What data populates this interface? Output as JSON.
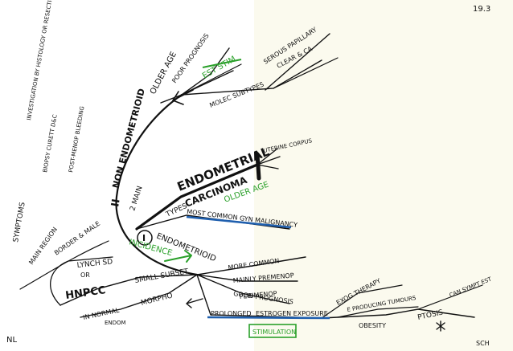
{
  "corner": {
    "date": "19.3",
    "initials_left": "NL",
    "initials_right": "SCH"
  },
  "branches": {
    "non_endometrioid": "NON ENDOMETRIOID",
    "roman_two": "II",
    "older_age": "OLDER AGE",
    "poor_prognosis": "POOR PROGNOSIS",
    "est_stim": "EST STIM",
    "molecular": "MOLEC SUBTYPES",
    "serous_papillary": "SEROUS PAPILLARY",
    "clear_ca": "CLEAR & CA"
  },
  "center": {
    "title_line1": "ENDOMETRIAL",
    "title_line2": "CARCINOMA",
    "older_age": "OLDER AGE",
    "uterine_corpus": "UTERINE CORPUS",
    "two_main_line1": "2 MAIN",
    "two_main_line2": "TYPES",
    "most_common": "MOST COMMON GYN MALIGNANCY"
  },
  "type_one": {
    "roman_one": "I",
    "endometrioid": "ENDOMETRIOID",
    "incidence": "INCIDENCE",
    "more_common": "MORE COMMON",
    "mainly_premenop": "MAINLY PREMENOP",
    "perimenop": "PERIMENOP",
    "good_prognosis": "GOOD PROGNOSIS",
    "prolonged": "PROLONGED",
    "estrogen_exposure": "ESTROGEN EXPOSURE",
    "stimulation": "STIMULATION",
    "exog_therapy": "EXOG THERAPY",
    "e_producing": "E PRODUCING TUMOURS",
    "obesity": "OBESITY",
    "ptosis": "PTOSIS",
    "can_sympt": "CAN SYMPT EST"
  },
  "lower_left": {
    "lynch": "LYNCH SD",
    "or": "OR",
    "hnpcc": "HNPCC",
    "small_subset": "SMALL SUBSET",
    "normal": "IN NORMAL",
    "endom": "ENDOM",
    "morpho": "MORPHO"
  },
  "left_margin": {
    "investigation": "INVESTIGATION BY HISTOLOGY OR RESECTION",
    "biopsy": "BIOPSY CURETT D&C",
    "symptoms": "SYMPTOMS",
    "post_menop": "POST-MENOP BLEEDING",
    "main_region": "MAIN REGION",
    "border_male": "BORDER & MALE"
  },
  "colors": {
    "ink": "#111111",
    "green": "#2aa02a",
    "blue": "#1f5fae",
    "paper_right": "#fbfaee"
  }
}
